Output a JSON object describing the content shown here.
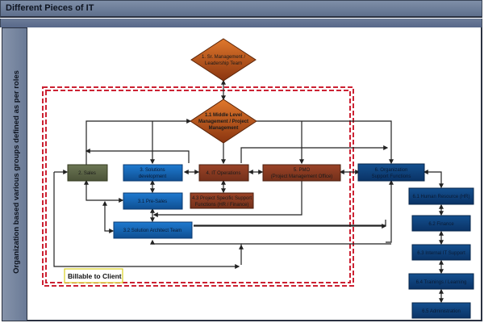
{
  "header": {
    "title": "Different Pieces of IT"
  },
  "sidebar": {
    "label": "Organization based various groups defined as per roles"
  },
  "diagram": {
    "colors": {
      "management": "#c0531a",
      "operations": "#8b3a22",
      "sales": "#5b6444",
      "solutions": "#1565b5",
      "support": "#0d3f7e",
      "connector": "#222222",
      "boundary": "#cc2233",
      "billable_border": "#d8d020"
    },
    "nodes": {
      "sr_mgmt": {
        "line1": "1. Sr. Management /",
        "line2": "Leadership Team"
      },
      "mid_mgmt": {
        "line1": "1.1 Middle Level",
        "line2": "Management / Project",
        "line3": "Management"
      },
      "sales": {
        "label": "2. Sales"
      },
      "solutions": {
        "line1": "3. Solutions",
        "line2": "development"
      },
      "pre_sales": {
        "label": "3.1 Pre-Sales"
      },
      "solution_architect": {
        "label": "3.2 Solution Architect Team"
      },
      "it_ops": {
        "label": "4. IT Operations"
      },
      "project_support": {
        "line1": "4.3 Project Specific Support",
        "line2": "Functions (HR / Finance)"
      },
      "pmo": {
        "line1": "5. PMO",
        "line2": "(Project Management Office)"
      },
      "org_support": {
        "line1": "6. Organization",
        "line2": "Support Functions"
      },
      "hr": {
        "label": "6.1 Human Resource (HR)"
      },
      "finance": {
        "label": "6.2 Finance"
      },
      "internal_it": {
        "label": "6.3 Internal IT Support"
      },
      "training": {
        "label": "6.4 Trainings / Learning"
      },
      "admin": {
        "label": "6.5 Administration"
      }
    },
    "billable_label": "Billable to Client"
  }
}
